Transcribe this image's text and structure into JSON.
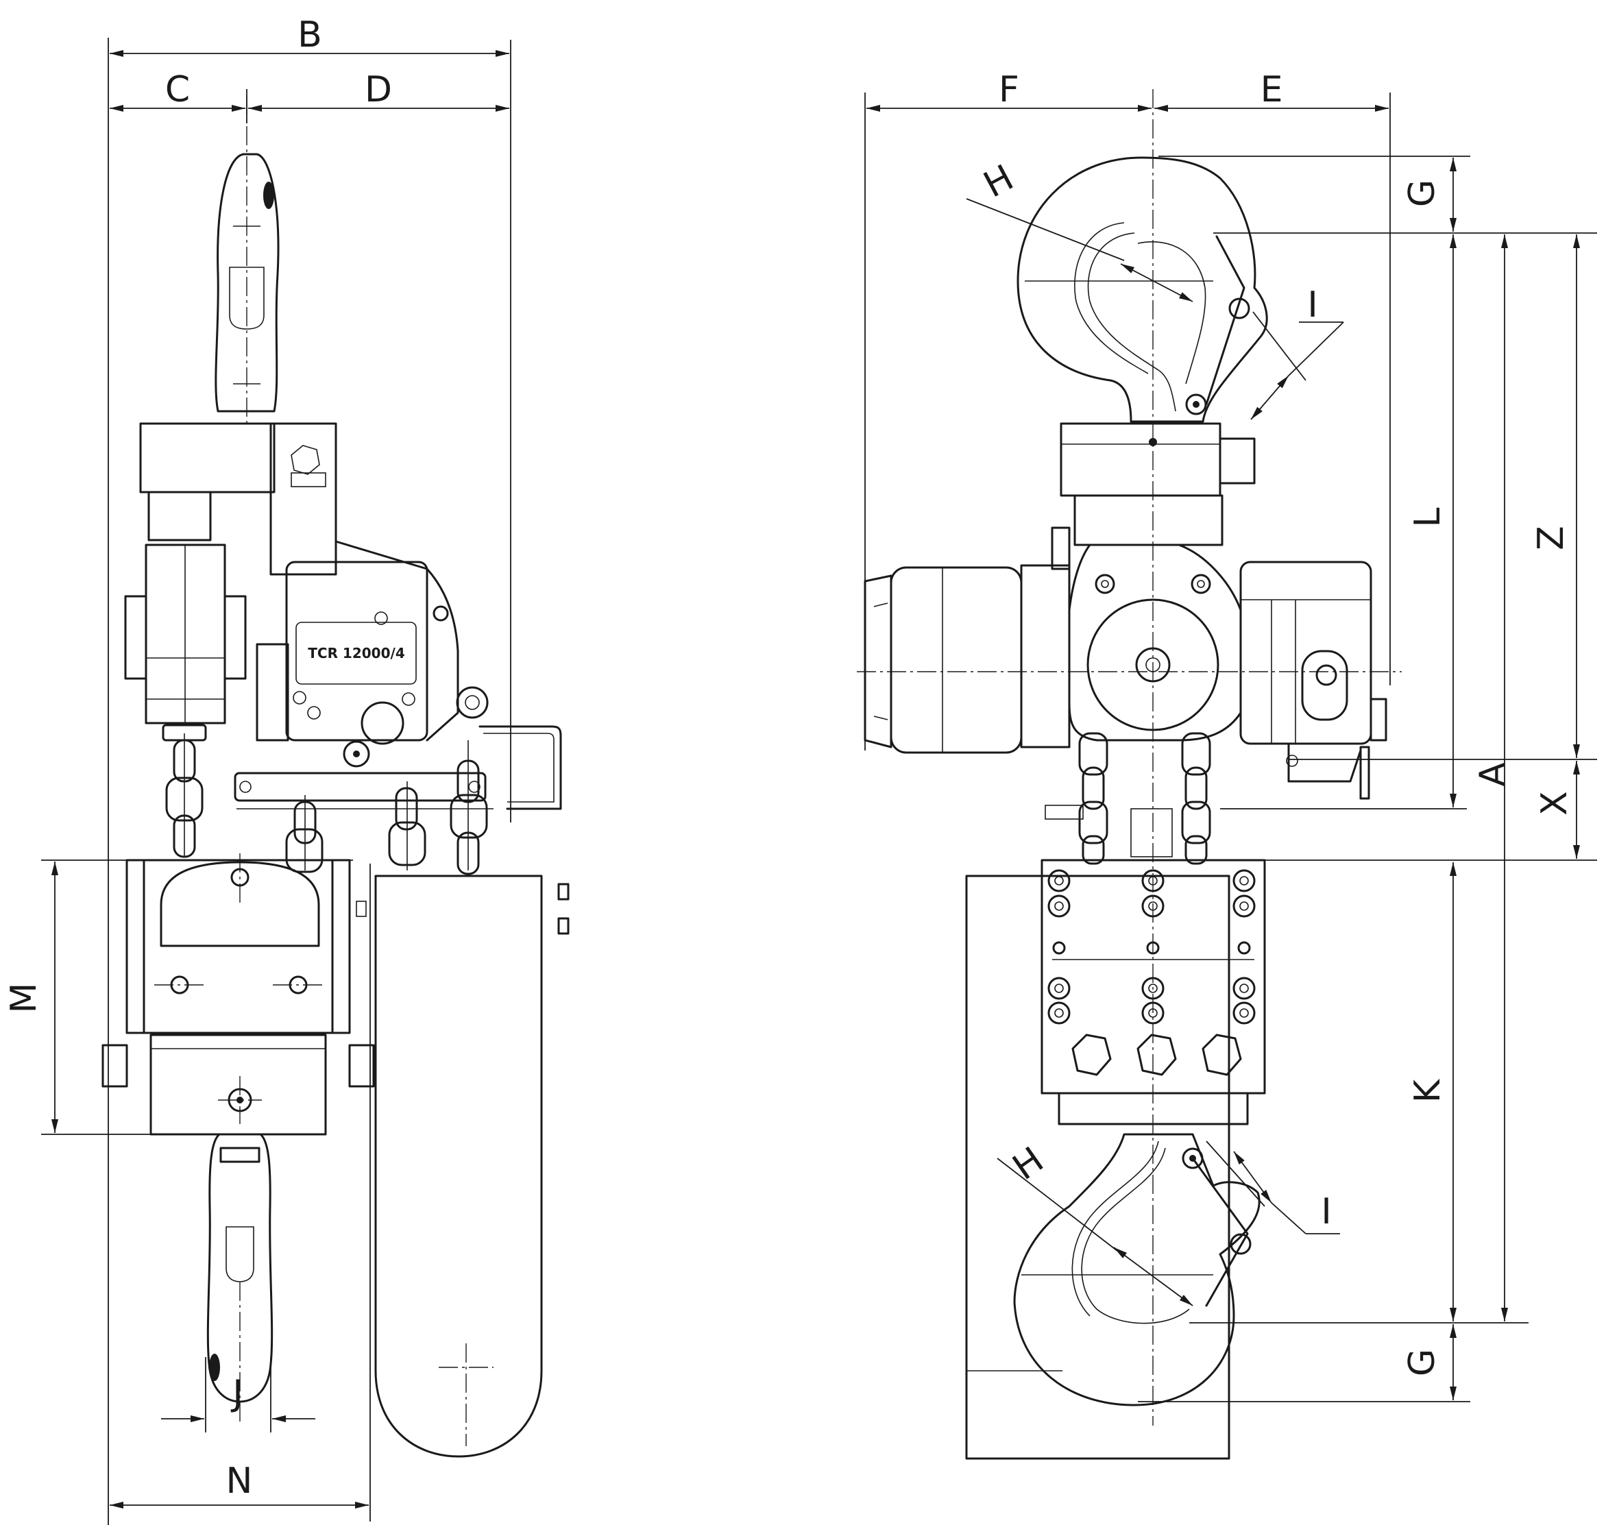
{
  "dimension_labels": {
    "B": "B",
    "C": "C",
    "D": "D",
    "E": "E",
    "F": "F",
    "G_top": "G",
    "G_bottom": "G",
    "H_top": "H",
    "H_bottom": "H",
    "I_top": "I",
    "I_bottom": "I",
    "J": "J",
    "K": "K",
    "L": "L",
    "M": "M",
    "N": "N",
    "A": "A",
    "X": "X",
    "Z": "Z"
  },
  "nameplate": "TCR 12000/4",
  "colors": {
    "line": "#1a1a1a",
    "background": "#ffffff"
  }
}
